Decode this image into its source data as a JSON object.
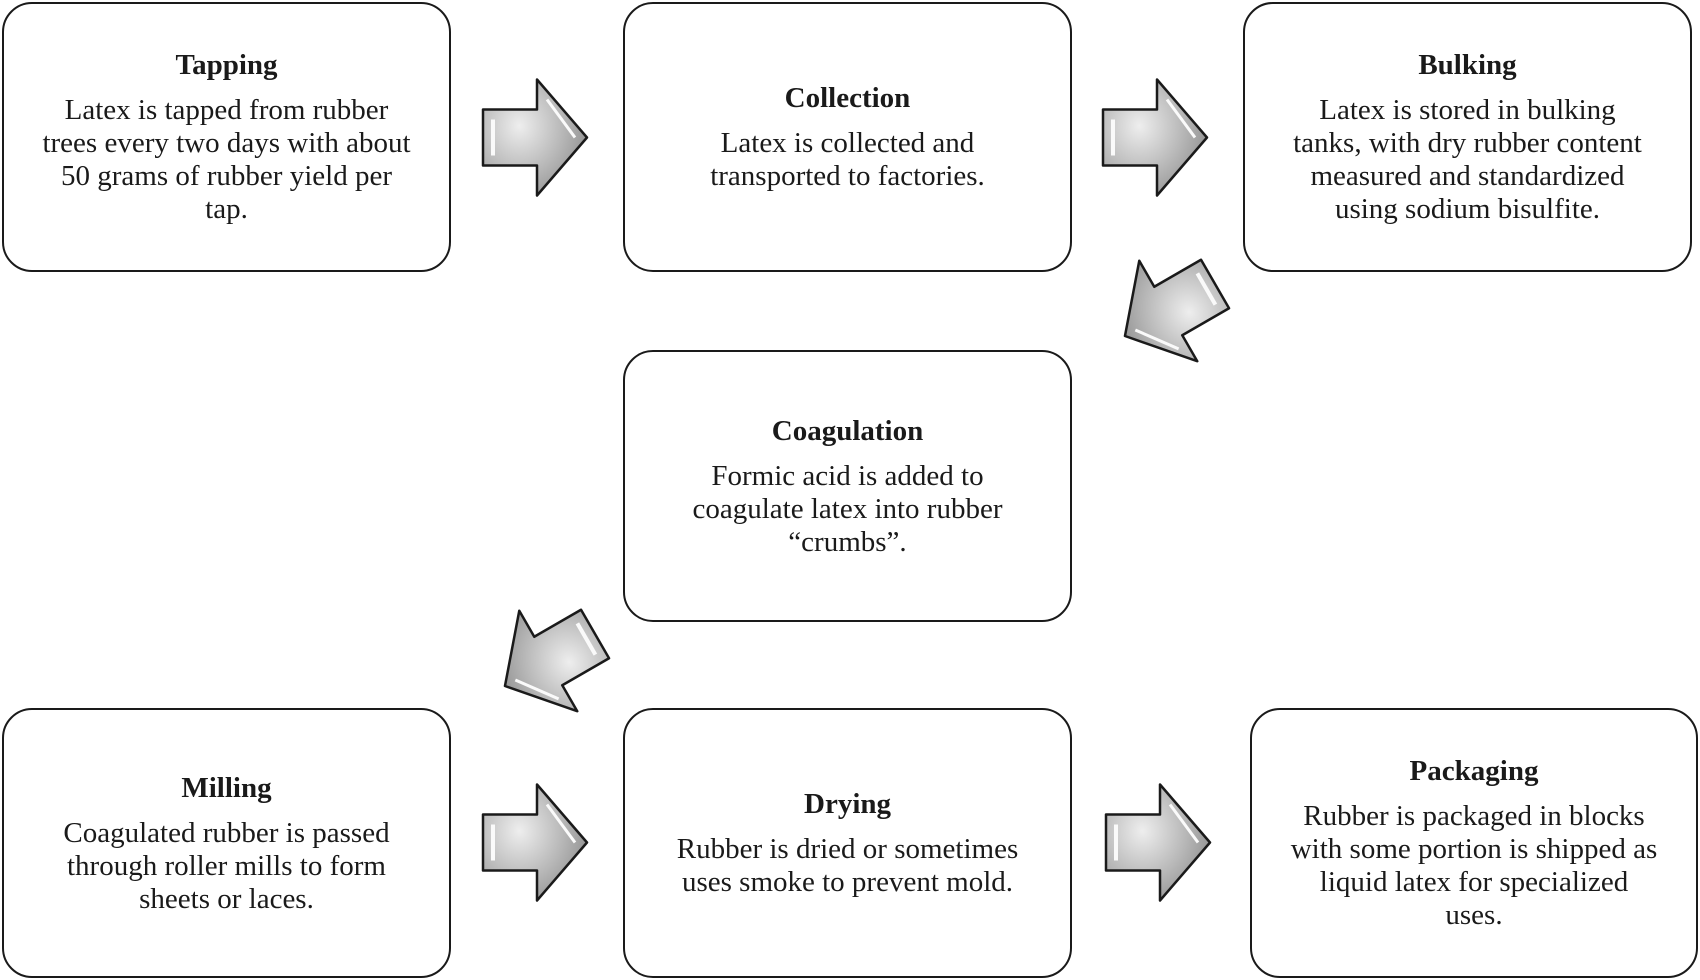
{
  "steps": {
    "tapping": {
      "title": "Tapping",
      "lines": [
        "Latex is tapped from rubber",
        "trees every two days with about",
        "50 grams of rubber yield per",
        "tap."
      ]
    },
    "collection": {
      "title": "Collection",
      "lines": [
        "Latex is collected and",
        "transported to factories."
      ]
    },
    "bulking": {
      "title": "Bulking",
      "lines": [
        "Latex is stored in bulking",
        "tanks, with dry rubber content",
        "measured and standardized",
        "using sodium bisulfite."
      ]
    },
    "coagulation": {
      "title": "Coagulation",
      "lines": [
        "Formic acid is added to",
        "coagulate latex into rubber",
        "“crumbs”."
      ]
    },
    "milling": {
      "title": "Milling",
      "lines": [
        "Coagulated rubber is passed",
        "through roller mills to form",
        "sheets or laces."
      ]
    },
    "drying": {
      "title": "Drying",
      "lines": [
        "Rubber is dried or sometimes",
        "uses smoke to prevent mold."
      ]
    },
    "packaging": {
      "title": "Packaging",
      "lines": [
        "Rubber is packaged in blocks",
        "with some portion is shipped as",
        "liquid latex for specialized",
        "uses."
      ]
    }
  },
  "colors": {
    "border": "#1a1a1a",
    "arrow_light": "#e8e8e8",
    "arrow_dark": "#8c8c8c"
  }
}
